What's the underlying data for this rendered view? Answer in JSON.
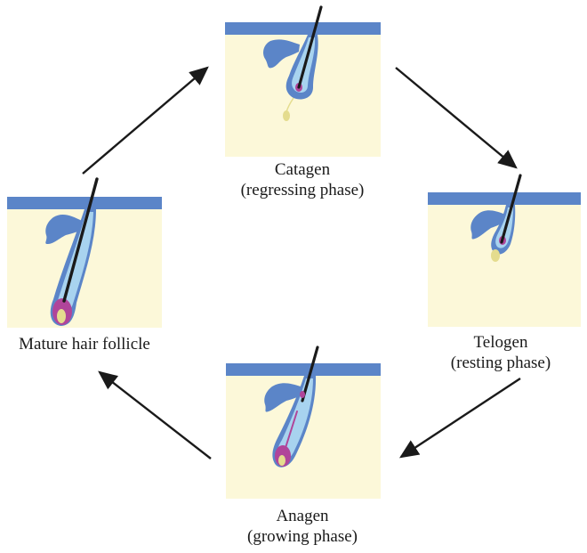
{
  "stages": [
    {
      "id": "mature",
      "name": "Mature hair follicle",
      "phase": ""
    },
    {
      "id": "catagen",
      "name": "Catagen",
      "phase": "(regressing phase)"
    },
    {
      "id": "telogen",
      "name": "Telogen",
      "phase": "(resting phase)"
    },
    {
      "id": "anagen",
      "name": "Anagen",
      "phase": "(growing phase)"
    }
  ],
  "colors": {
    "skin": "#fcf8d9",
    "epidermis": "#5b85c8",
    "sheath": "#5b85c8",
    "inner_sheath": "#a8d3ef",
    "hair": "#1a1a1a",
    "bulb": "#b0459a",
    "papilla": "#e4dc8e",
    "arrow": "#1a1a1a"
  },
  "icons": [
    "cycle-arrow-icon",
    "hair-follicle-icon"
  ]
}
